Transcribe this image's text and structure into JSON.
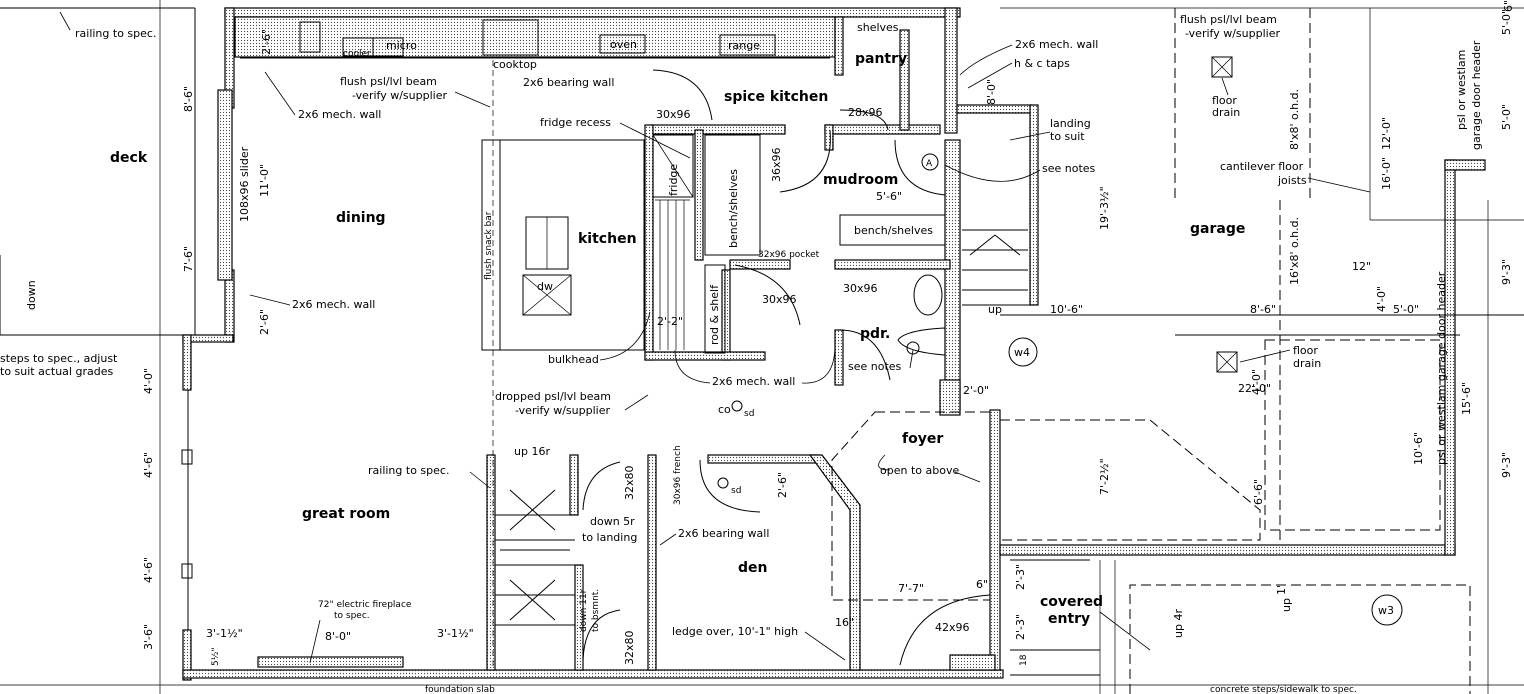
{
  "rooms": {
    "deck": "deck",
    "dining": "dining",
    "kitchen": "kitchen",
    "spice_kitchen": "spice kitchen",
    "pantry": "pantry",
    "mudroom": "mudroom",
    "pdr": "pdr.",
    "foyer": "foyer",
    "den": "den",
    "great_room": "great room",
    "garage": "garage",
    "covered_entry_1": "covered",
    "covered_entry_2": "entry"
  },
  "notes": {
    "railing_top": "railing to spec.",
    "flush_beam_1": "flush psl/lvl beam",
    "flush_beam_2": "-verify w/supplier",
    "mech_wall_top": "2x6 mech. wall",
    "mech_wall_left": "2x6 mech. wall",
    "mech_wall_right": "2x6 mech. wall",
    "mech_wall_mid": "2x6 mech. wall",
    "bearing_wall_top": "2x6 bearing wall",
    "bearing_wall_mid": "2x6 bearing wall",
    "hc_taps": "h & c taps",
    "landing": "landing",
    "to_suit": "to suit",
    "see_notes_1": "see notes",
    "see_notes_2": "see notes",
    "fridge_recess": "fridge recess",
    "bulkhead": "bulkhead",
    "dropped_beam_1": "dropped psl/lvl beam",
    "dropped_beam_2": "-verify w/supplier",
    "steps_1": "steps to spec., adjust",
    "steps_2": "to suit actual grades",
    "railing_mid": "railing to spec.",
    "fireplace_1": "72\" electric fireplace",
    "fireplace_2": "to spec.",
    "ledge": "ledge over, 10'-1\" high",
    "open_above": "open to above",
    "cantilever_1": "cantilever floor",
    "cantilever_2": "joists",
    "floor_drain_a1": "floor",
    "floor_drain_a2": "drain",
    "floor_drain_b1": "floor",
    "floor_drain_b2": "drain",
    "garage_beam_1": "flush psl/lvl beam",
    "garage_beam_2": "-verify w/supplier",
    "psl_header_1a": "psl or westlam",
    "psl_header_1b": "garage door header",
    "psl_header_2": "psl or westlam garage door header",
    "up_16r": "up 16r",
    "down_5r": "down 5r",
    "to_landing": "to landing",
    "down_11r": "down 11r",
    "to_bsmnt": "to bsmnt.",
    "up_4r": "up 4r",
    "up": "up",
    "up_small": "up",
    "down_small": "down",
    "slider": "108x96 slider",
    "flush_snack_bar": "flush snack bar",
    "bench_shelves_v": "bench/shelves",
    "bench_shelves_h": "bench/shelves",
    "rod_shelf": "rod & shelf",
    "pocket": "32x96 pocket",
    "french": "30x96 french",
    "co": "co",
    "sd": "sd",
    "ohd_1": "8'x8' o.h.d.",
    "ohd_2": "16'x8' o.h.d.",
    "sidewalk": "concrete steps/sidewalk to spec.",
    "fdn": "foundation slab"
  },
  "fixtures": {
    "cooler": "cooler",
    "micro": "micro",
    "cooktop": "cooktop",
    "oven": "oven",
    "range": "range",
    "shelves": "shelves",
    "fridge": "fridge",
    "dw": "dw"
  },
  "doors": {
    "d_30x96_a": "30x96",
    "d_28x96": "28x96",
    "d_36x96": "36x96",
    "d_30x96_b": "30x96",
    "d_30x96_c": "30x96",
    "d_32x80_a": "32x80",
    "d_32x80_b": "32x80",
    "d_42x96": "42x96"
  },
  "dims": {
    "d1": "2'-6\"",
    "d2": "8'-6\"",
    "d3": "11'-0\"",
    "d4": "7'-6\"",
    "d5": "2'-6\"",
    "d6": "4'-0\"",
    "d7": "4'-6\"",
    "d8": "4'-6\"",
    "d9": "3'-6\"",
    "d10": "3'-1½\"",
    "d11": "8'-0\"",
    "d12": "3'-1½\"",
    "d13": "5½\"",
    "d14": "2'-2\"",
    "d15": "5'-6\"",
    "d16": "8'-0\"",
    "d17": "19'-3½\"",
    "d18": "10'-6\"",
    "d19": "2'-0\"",
    "d20": "2'-6\"",
    "d21": "7'-7\"",
    "d22": "6\"",
    "d23": "16\"",
    "d24": "2'-3\"",
    "d25": "2'-3\"",
    "d26": "18",
    "d27": "7'-2½\"",
    "d28": "8'-6\"",
    "d29": "22'-0\"",
    "d30": "4'-0\"",
    "d31": "6'-6\"",
    "d32": "10'-6\"",
    "d33": "12'-0\"",
    "d34": "16'-0\"",
    "d35": "12\"",
    "d36": "4'-0\"",
    "d37": "5'-0\"",
    "d38": "5'-0\"",
    "d39": "5'-0\"",
    "d40": "9'-3\"",
    "d41": "15'-6\"",
    "d42": "9'-3\"",
    "d43": "1'",
    "d44": "6\""
  },
  "markers": {
    "w4": "w4",
    "w3": "w3",
    "a": "A"
  }
}
